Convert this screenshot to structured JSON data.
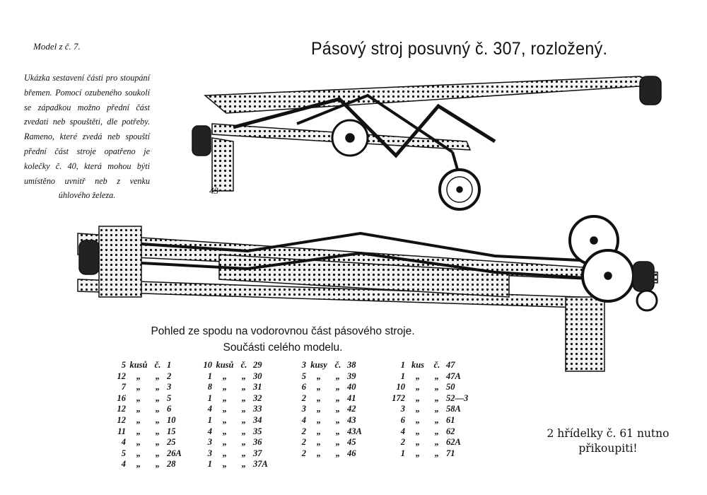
{
  "header": {
    "model": "Model z č. 7.",
    "title": "Pásový stroj posuvný č. 307, rozložený."
  },
  "description": "Ukázka sestavení části pro stoupání břemen. Pomocí ozubeného soukolí se západkou možno přední část zvedati neb spouštěti, dle potřeby. Rameno, které zvedá neb spouští přední část stroje opatřeno je kolečky č. 40, která mohou býti umístěno uvnitř neb z venku úhlového železa.",
  "figure_label": "43",
  "caption": {
    "line1": "Pohled ze spodu na vodorovnou část pásového stroje.",
    "line2": "Součásti celého modelu."
  },
  "parts": [
    [
      [
        "5",
        "kusů",
        "č.",
        "1"
      ],
      [
        "12",
        "„",
        "„",
        "2"
      ],
      [
        "7",
        "„",
        "„",
        "3"
      ],
      [
        "16",
        "„",
        "„",
        "5"
      ],
      [
        "12",
        "„",
        "„",
        "6"
      ],
      [
        "12",
        "„",
        "„",
        "10"
      ],
      [
        "11",
        "„",
        "„",
        "15"
      ],
      [
        "4",
        "„",
        "„",
        "25"
      ],
      [
        "5",
        "„",
        "„",
        "26A"
      ],
      [
        "4",
        "„",
        "„",
        "28"
      ]
    ],
    [
      [
        "10",
        "kusů",
        "č.",
        "29"
      ],
      [
        "1",
        "„",
        "„",
        "30"
      ],
      [
        "8",
        "„",
        "„",
        "31"
      ],
      [
        "1",
        "„",
        "„",
        "32"
      ],
      [
        "4",
        "„",
        "„",
        "33"
      ],
      [
        "1",
        "„",
        "„",
        "34"
      ],
      [
        "4",
        "„",
        "„",
        "35"
      ],
      [
        "3",
        "„",
        "„",
        "36"
      ],
      [
        "3",
        "„",
        "„",
        "37"
      ],
      [
        "1",
        "„",
        "„",
        "37A"
      ]
    ],
    [
      [
        "3",
        "kusy",
        "č.",
        "38"
      ],
      [
        "5",
        "„",
        "„",
        "39"
      ],
      [
        "6",
        "„",
        "„",
        "40"
      ],
      [
        "2",
        "„",
        "„",
        "41"
      ],
      [
        "3",
        "„",
        "„",
        "42"
      ],
      [
        "4",
        "„",
        "„",
        "43"
      ],
      [
        "2",
        "„",
        "„",
        "43A"
      ],
      [
        "2",
        "„",
        "„",
        "45"
      ],
      [
        "2",
        "„",
        "„",
        "46"
      ]
    ],
    [
      [
        "1",
        "kus",
        "č.",
        "47"
      ],
      [
        "1",
        "„",
        "„",
        "47A"
      ],
      [
        "10",
        "„",
        "„",
        "50"
      ],
      [
        "172",
        "„",
        "„",
        "52—3"
      ],
      [
        "3",
        "„",
        "„",
        "58A"
      ],
      [
        "6",
        "„",
        "„",
        "61"
      ],
      [
        "4",
        "„",
        "„",
        "62"
      ],
      [
        "2",
        "„",
        "„",
        "62A"
      ],
      [
        "1",
        "„",
        "„",
        "71"
      ]
    ]
  ],
  "note": {
    "line1": "2 hřídelky č. 61 nutno",
    "line2": "přikoupiti!"
  }
}
